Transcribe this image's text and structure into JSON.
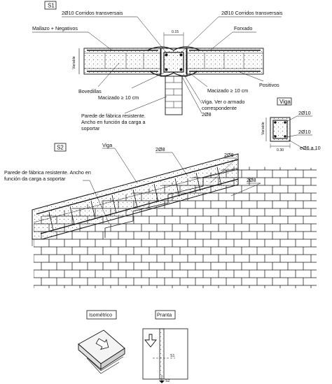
{
  "s1": {
    "tag": "S1",
    "labels": {
      "transv_left": "2Ø10 Corridos transversais",
      "transv_right": "2Ø10 Corridos transversais",
      "mallazo": "Mallazo + Negativos",
      "forxado": "Forxado",
      "dim_top": "0.15",
      "variable_left": "Variable",
      "positivos": "Positivos",
      "bovedillas": "Bovedillas",
      "macizado_left": "Macizado ≥ 10 cm",
      "macizado_right": "Macizado ≥ 10 cm",
      "viga_line1": "Viga. Ver o armado",
      "viga_line2": "correspondente",
      "bars_2o8": "2Ø8",
      "pared_line1": "Parede de fábrica resistente.",
      "pared_line2": "Ancho en función da carga a",
      "pared_line3": "soportar"
    }
  },
  "viga_detail": {
    "tag": "Viga",
    "top_bars": "2Ø10",
    "bottom_bars": "2Ø10",
    "stirrups": "eØ6 a 10",
    "width": "0.30",
    "height": "Variable"
  },
  "s2": {
    "tag": "S2",
    "labels": {
      "viga": "Viga",
      "bars_a": "2Ø8",
      "bars_b": "2Ø8",
      "pared_line1": "Parede de fábrica resistente. Ancho en",
      "pared_line2": "función da carga a soportar"
    }
  },
  "views": {
    "isometric": "Isométrico",
    "plan": "Pranta",
    "cut1": "S1",
    "cut2": "S2"
  }
}
